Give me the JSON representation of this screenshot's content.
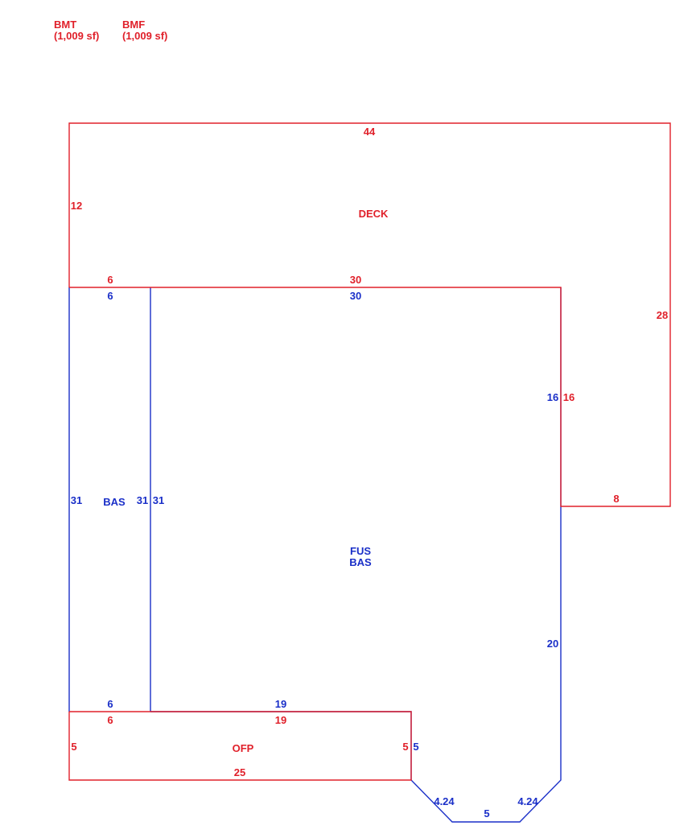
{
  "colors": {
    "red": "#e0202a",
    "blue": "#1a2fc8"
  },
  "legend": [
    {
      "code": "BMT",
      "area": "(1,009 sf)"
    },
    {
      "code": "BMF",
      "area": "(1,009 sf)"
    }
  ],
  "areas": {
    "deck": "DECK",
    "bas": "BAS",
    "fus": "FUS",
    "fus_bas": "BAS",
    "ofp": "OFP"
  },
  "dims": {
    "deck_top": "44",
    "deck_left": "12",
    "deck_right": "28",
    "deck_step_bottom": "8",
    "deck_inner_vert": "16",
    "deck_bottom_left": "6",
    "deck_bottom_main": "30",
    "bas_top": "6",
    "bas_left": "31",
    "bas_right": "31",
    "bas_bottom": "6",
    "fus_top": "30",
    "fus_left": "31",
    "fus_right_upper": "16",
    "fus_right_lower": "20",
    "fus_bottom": "19",
    "fus_right_step": "5",
    "fus_diag_left": "4.24",
    "fus_diag_right": "4.24",
    "fus_bottom_short": "5",
    "ofp_top_left": "6",
    "ofp_top_main": "19",
    "ofp_left": "5",
    "ofp_right": "5",
    "ofp_bottom": "25"
  }
}
